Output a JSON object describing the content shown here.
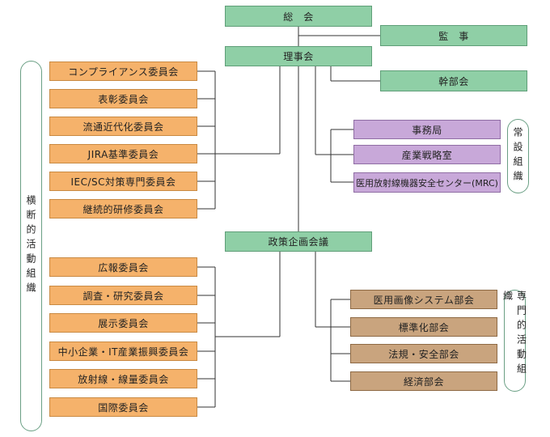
{
  "top": {
    "soukai": "総　会",
    "kansa": "監　事",
    "rijikai": "理事会",
    "kanbukai": "幹部会",
    "seisaku": "政策企画会議"
  },
  "standing": {
    "label": "常設組織",
    "items": [
      "事務局",
      "産業戦略室",
      "医用放射線機器安全センター(MRC)"
    ]
  },
  "cross": {
    "label": "横断的活動組織",
    "upper": [
      "コンプライアンス委員会",
      "表彰委員会",
      "流通近代化委員会",
      "JIRA基準委員会",
      "IEC/SC対策専門委員会",
      "継続的研修委員会"
    ],
    "lower": [
      "広報委員会",
      "調査・研究委員会",
      "展示委員会",
      "中小企業・IT産業振興委員会",
      "放射線・線量委員会",
      "国際委員会"
    ]
  },
  "specialist": {
    "label": "専門的活動組織",
    "items": [
      "医用画像システム部会",
      "標準化部会",
      "法規・安全部会",
      "経済部会"
    ]
  }
}
